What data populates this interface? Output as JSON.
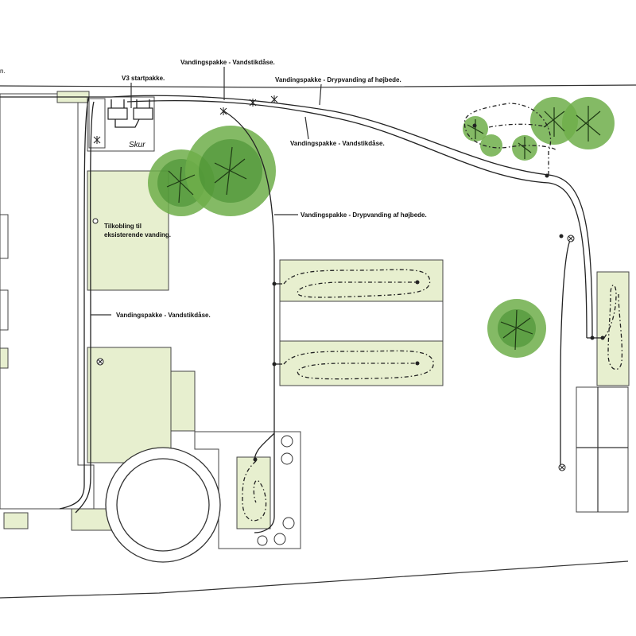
{
  "labels": {
    "start_pack": "V3 startpakke.",
    "vandstikdase_top": "Vandingspakke - Vandstikdåse.",
    "drip_raised_top": "Vandingspakke - Drypvanding af højbede.",
    "vandstikdase_mid": "Vandingspakke - Vandstikdåse.",
    "drip_raised_mid": "Vandingspakke - Drypvanding af højbede.",
    "connection_line1": "Tilkobling til",
    "connection_line2": "eksisterende vanding.",
    "vandstikdase_left": "Vandingspakke - Vandstikdåse.",
    "shed": "Skur",
    "edge_fragment": "n."
  },
  "colors": {
    "bed_fill": "#e7efcf",
    "tree_green": "#6fae4a",
    "line": "#222222"
  },
  "icons": {
    "tree": "tree-icon",
    "water_outlet": "water-outlet-icon",
    "valve": "valve-icon"
  }
}
